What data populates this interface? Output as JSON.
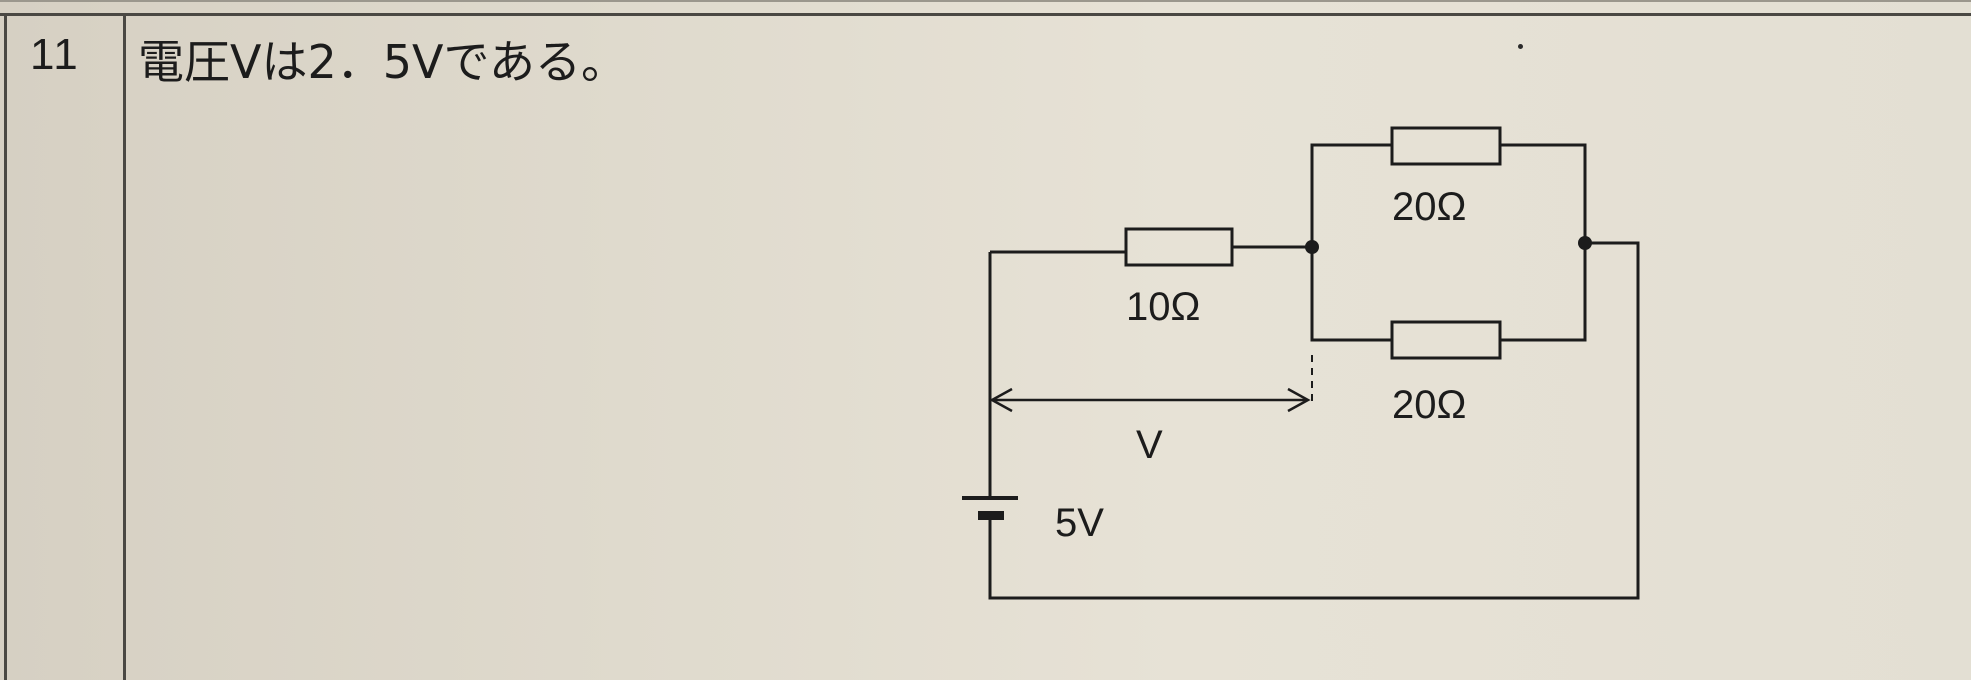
{
  "question": {
    "number": "11",
    "statement": "電圧Vは2．5Vである。"
  },
  "circuit": {
    "resistor_series_label": "10Ω",
    "resistor_parallel_top_label": "20Ω",
    "resistor_parallel_bottom_label": "20Ω",
    "voltage_label": "V",
    "battery_label": "5V"
  }
}
